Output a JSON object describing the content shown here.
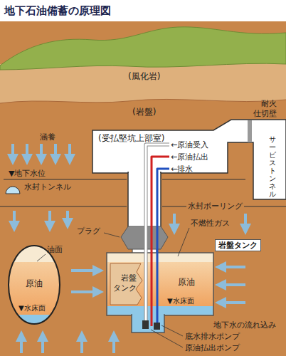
{
  "diagram": {
    "title": "地下石油備蓄の原理図",
    "nodes": [
      {
        "text": [
          "(受払堅坑上部室)"
        ]
      },
      {
        "text": [
          "サービストンネル"
        ]
      },
      {
        "text": [
          "原油",
          "▼水床面"
        ]
      },
      {
        "text": [
          "原油",
          "▼水床面"
        ]
      },
      {
        "text": [
          "岩盤タンク"
        ],
        "in": 3
      }
    ],
    "labels": [
      "(風化岩)",
      "(岩盤)",
      "←原油受入",
      "←原油払出",
      "←排水",
      "耐火仕切壁",
      "涵養",
      "▼地下水位",
      "水封トンネル",
      "水封ボーリング",
      "プラグ",
      "不燃性ガス",
      "岩盤タンク",
      "油面",
      "地下水の流れ込み",
      "底水排水ポンプ",
      "原油払出ポンプ"
    ]
  }
}
